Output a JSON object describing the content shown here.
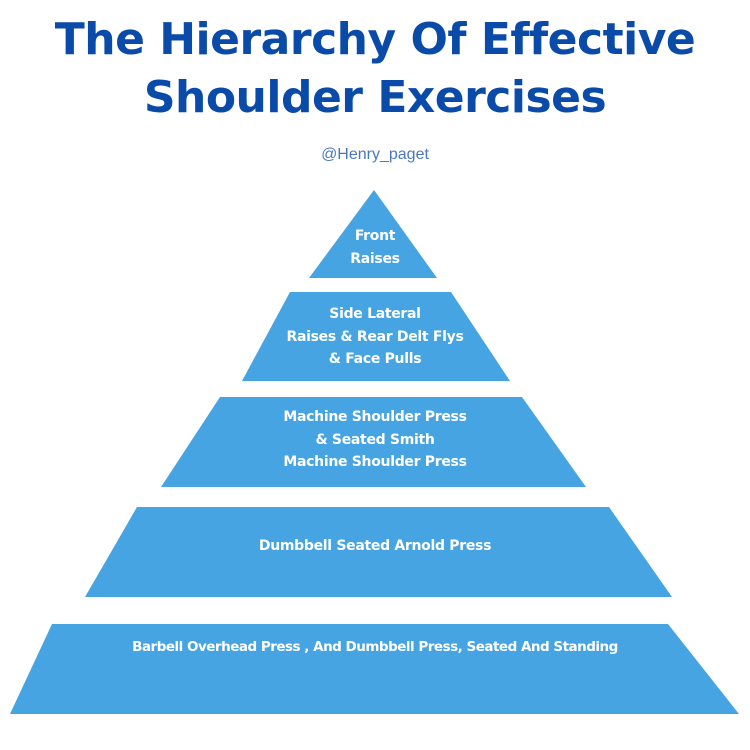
{
  "header": {
    "title_line1": "The Hierarchy Of Effective",
    "title_line2": "Shoulder Exercises",
    "handle": "@Henry_paget"
  },
  "colors": {
    "title": "#0a4aa8",
    "handle": "#4a78c0",
    "pyramid_fill": "#46a4e3",
    "label_text": "#ffffff"
  },
  "pyramid": {
    "tiers": [
      {
        "level": 1,
        "lines": [
          "Front",
          "Raises"
        ]
      },
      {
        "level": 2,
        "lines": [
          "Side Lateral",
          "Raises & Rear Delt Flys",
          "& Face Pulls"
        ]
      },
      {
        "level": 3,
        "lines": [
          "Machine Shoulder Press",
          "& Seated Smith",
          "Machine Shoulder  Press"
        ]
      },
      {
        "level": 4,
        "lines": [
          "Dumbbell Seated Arnold Press"
        ]
      },
      {
        "level": 5,
        "lines": [
          "Barbell Overhead Press , And Dumbbell Press,  Seated And Standing"
        ]
      }
    ]
  }
}
